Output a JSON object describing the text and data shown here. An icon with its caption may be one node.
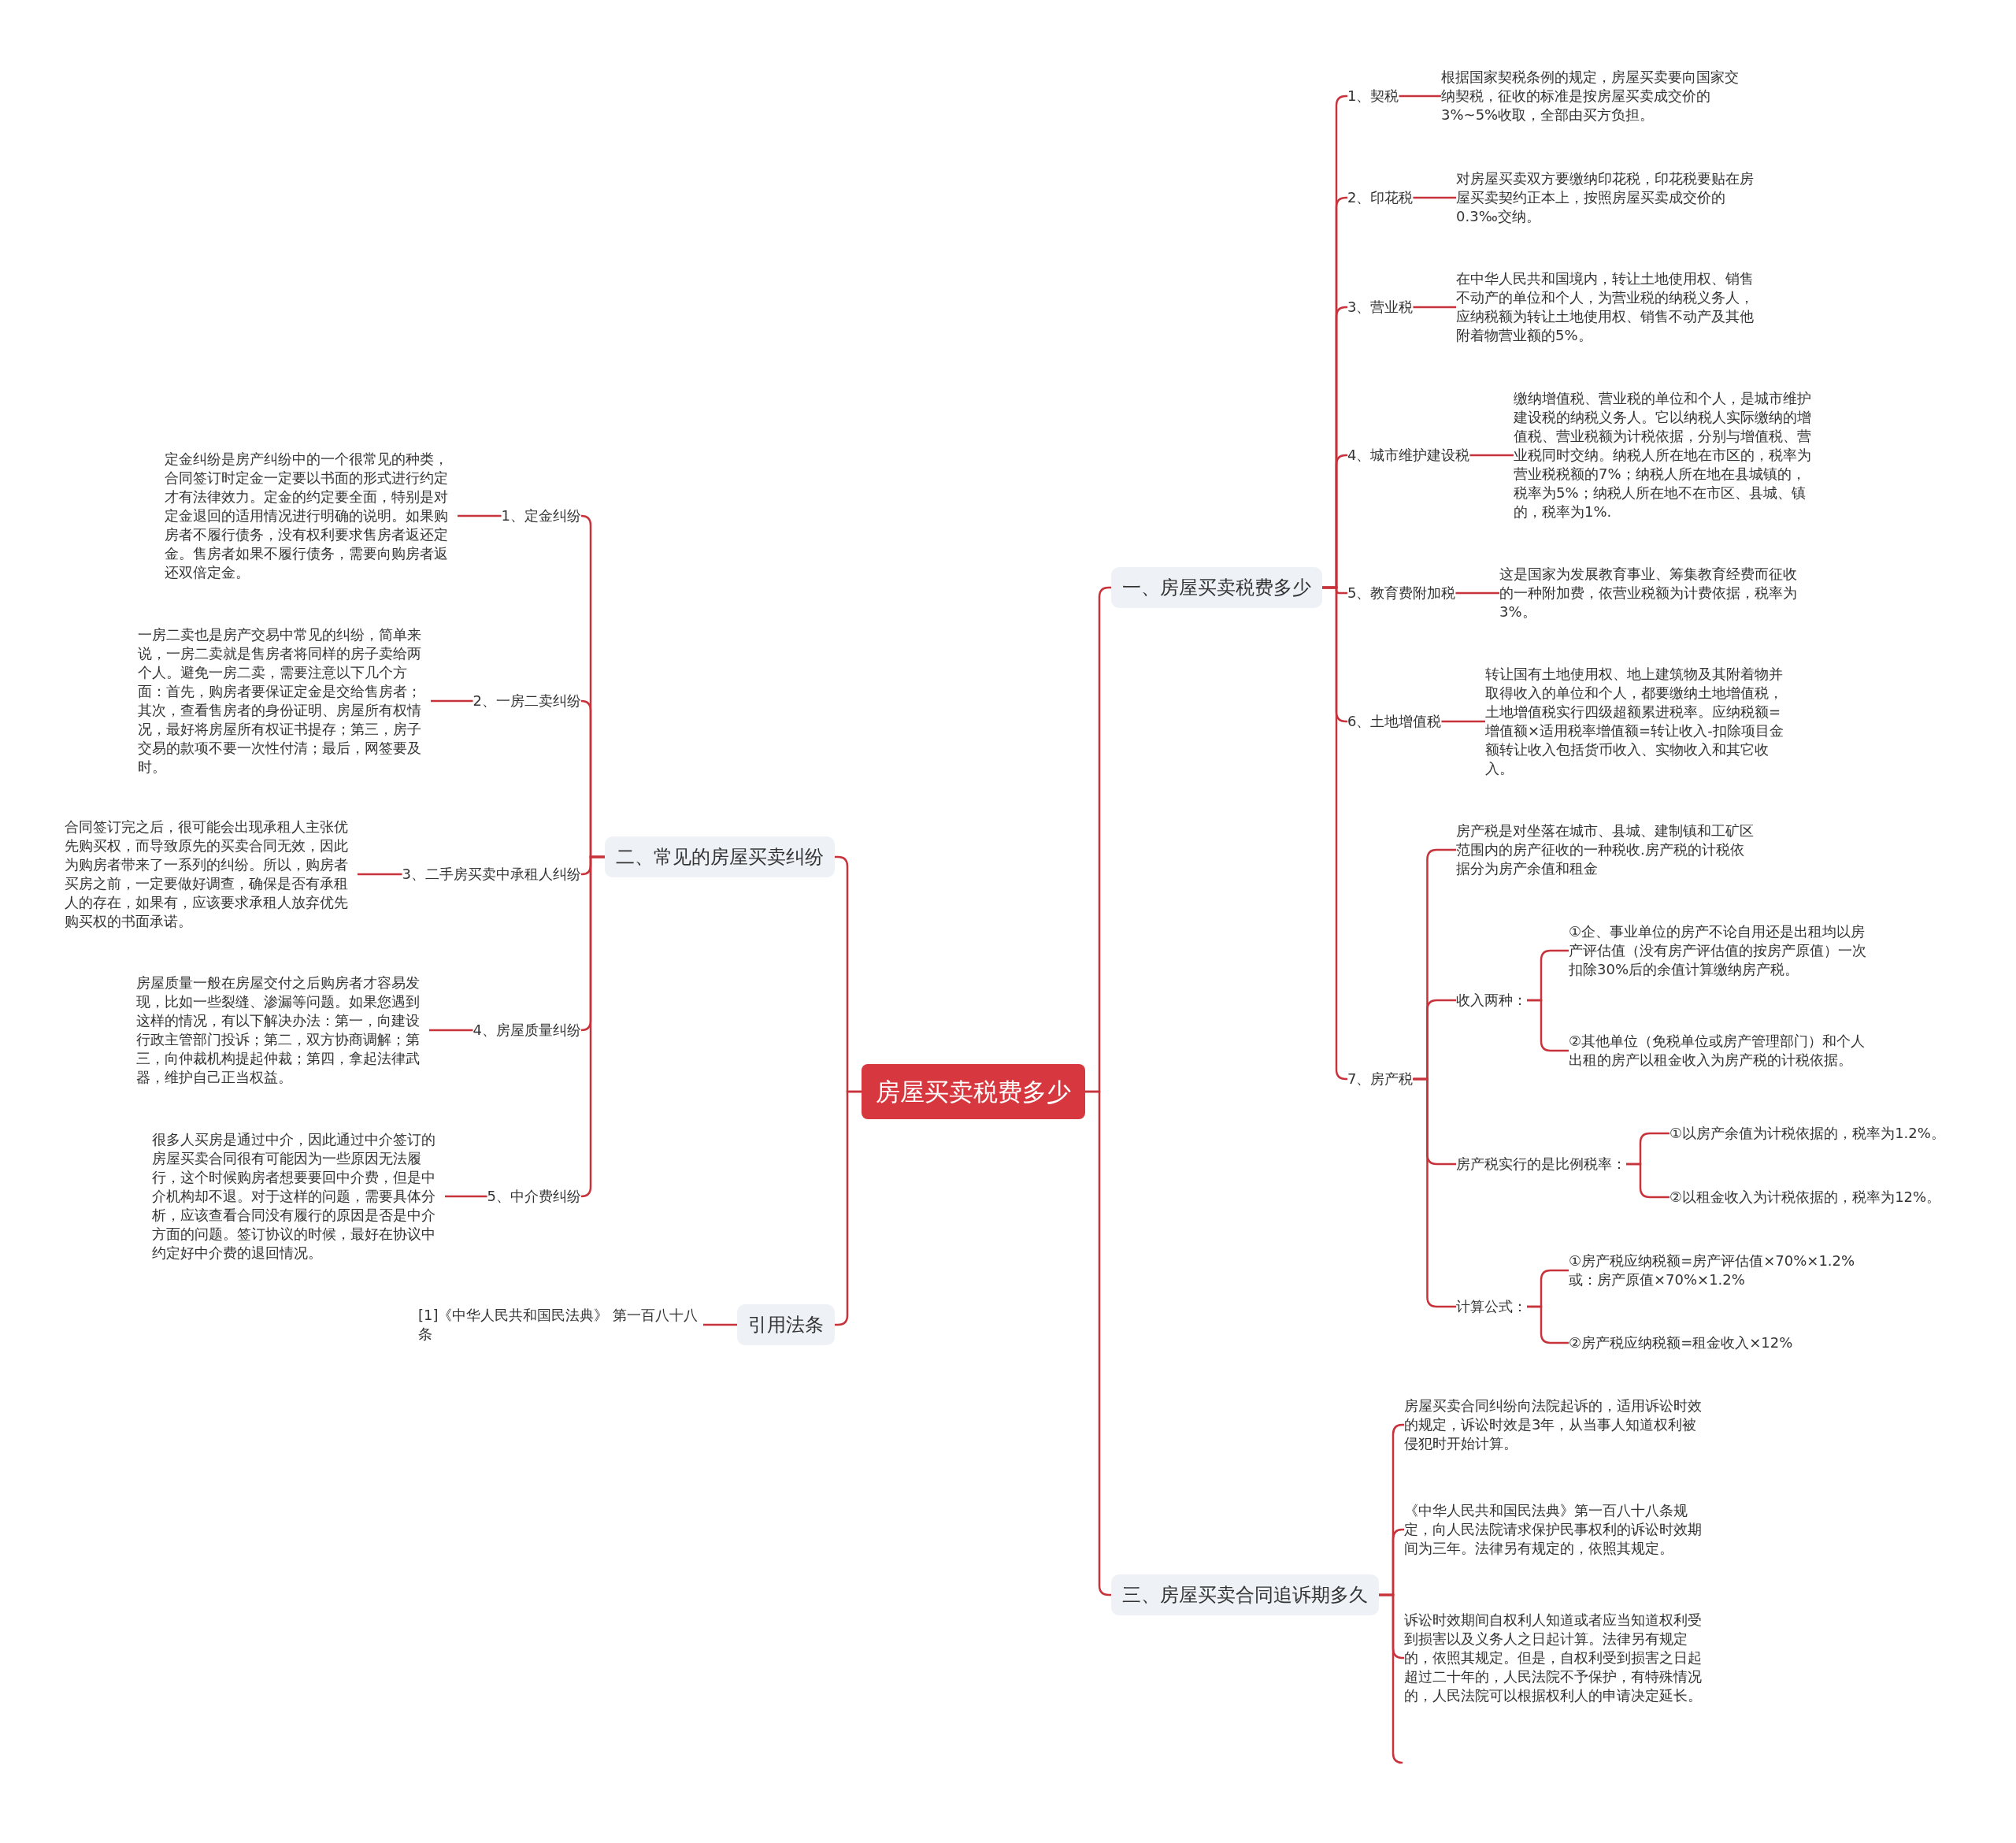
{
  "diagram": {
    "nodes": [
      {
        "text": [
          "房屋买卖税费多少"
        ]
      },
      {
        "text": [
          "一、房屋买卖税费多少"
        ]
      },
      {
        "text": [
          "1、契税"
        ]
      },
      {
        "text": [
          "根据国家契税条例的规定，房屋买卖要向国家交纳契税，征收的标准是按房屋买卖成交价的3%~5%收取，全部由买方负担。"
        ]
      },
      {
        "text": [
          "2、印花税"
        ]
      },
      {
        "text": [
          "对房屋买卖双方要缴纳印花税，印花税要贴在房屋买卖契约正本上，按照房屋买卖成交价的0.3‰交纳。"
        ]
      },
      {
        "text": [
          "3、营业税"
        ]
      },
      {
        "text": [
          "在中华人民共和国境内，转让土地使用权、销售不动产的单位和个人，为营业税的纳税义务人，应纳税额为转让土地使用权、销售不动产及其他附着物营业额的5%。"
        ]
      },
      {
        "text": [
          "4、城市维护建设税"
        ]
      },
      {
        "text": [
          "缴纳增值税、营业税的单位和个人，是城市维护建设税的纳税义务人。它以纳税人实际缴纳的增值税、营业税额为计税依据，分别与增值税、营业税同时交纳。纳税人所在地在市区的，税率为营业税税额的7%；纳税人所在地在县城镇的，税率为5%；纳税人所在地不在市区、县城、镇的，税率为1%."
        ]
      },
      {
        "text": [
          "5、教育费附加税"
        ]
      },
      {
        "text": [
          "这是国家为发展教育事业、筹集教育经费而征收的一种附加费，依营业税额为计费依据，税率为3%。"
        ]
      },
      {
        "text": [
          "6、土地增值税"
        ]
      },
      {
        "text": [
          "转让国有土地使用权、地上建筑物及其附着物并取得收入的单位和个人，都要缴纳土地增值税，土地增值税实行四级超额累进税率。应纳税额=增值额×适用税率增值额=转让收入-扣除项目金额转让收入包括货币收入、实物收入和其它收入。"
        ]
      },
      {
        "text": [
          "7、房产税"
        ]
      },
      {
        "text": [
          "房产税是对坐落在城市、县城、建制镇和工矿区范围内的房产征收的一种税收.房产税的计税依据分为房产余值和租金"
        ]
      },
      {
        "text": [
          "收入两种："
        ]
      },
      {
        "text": [
          "①企、事业单位的房产不论自用还是出租均以房产评估值（没有房产评估值的按房产原值）一次扣除30%后的余值计算缴纳房产税。"
        ]
      },
      {
        "text": [
          "②其他单位（免税单位或房产管理部门）和个人出租的房产以租金收入为房产税的计税依据。"
        ]
      },
      {
        "text": [
          "房产税实行的是比例税率："
        ]
      },
      {
        "text": [
          "①以房产余值为计税依据的，税率为1.2%。"
        ]
      },
      {
        "text": [
          "②以租金收入为计税依据的，税率为12%。"
        ]
      },
      {
        "text": [
          "计算公式："
        ]
      },
      {
        "text": [
          "①房产税应纳税额=房产评估值×70%×1.2% 或：房产原值×70%×1.2%"
        ]
      },
      {
        "text": [
          "②房产税应纳税额=租金收入×12%"
        ]
      },
      {
        "text": [
          "二、常见的房屋买卖纠纷"
        ]
      },
      {
        "text": [
          "1、定金纠纷"
        ]
      },
      {
        "text": [
          "定金纠纷是房产纠纷中的一个很常见的种类，合同签订时定金一定要以书面的形式进行约定才有法律效力。定金的约定要全面，特别是对定金退回的适用情况进行明确的说明。如果购房者不履行债务，没有权利要求售房者返还定金。售房者如果不履行债务，需要向购房者返还双倍定金。"
        ]
      },
      {
        "text": [
          "2、一房二卖纠纷"
        ]
      },
      {
        "text": [
          "一房二卖也是房产交易中常见的纠纷，简单来说，一房二卖就是售房者将同样的房子卖给两个人。避免一房二卖，需要注意以下几个方面：首先，购房者要保证定金是交给售房者；其次，查看售房者的身份证明、房屋所有权情况，最好将房屋所有权证书提存；第三，房子交易的款项不要一次性付清；最后，网签要及时。"
        ]
      },
      {
        "text": [
          "3、二手房买卖中承租人纠纷"
        ]
      },
      {
        "text": [
          "合同签订完之后，很可能会出现承租人主张优先购买权，而导致原先的买卖合同无效，因此为购房者带来了一系列的纠纷。所以，购房者买房之前，一定要做好调查，确保是否有承租人的存在，如果有，应该要求承租人放弃优先购买权的书面承诺。"
        ]
      },
      {
        "text": [
          "4、房屋质量纠纷"
        ]
      },
      {
        "text": [
          "房屋质量一般在房屋交付之后购房者才容易发现，比如一些裂缝、渗漏等问题。如果您遇到这样的情况，有以下解决办法：第一，向建设行政主管部门投诉；第二，双方协商调解；第三，向仲裁机构提起仲裁；第四，拿起法律武器，维护自己正当权益。"
        ]
      },
      {
        "text": [
          "5、中介费纠纷"
        ]
      },
      {
        "text": [
          "很多人买房是通过中介，因此通过中介签订的房屋买卖合同很有可能因为一些原因无法履行，这个时候购房者想要要回中介费，但是中介机构却不退。对于这样的问题，需要具体分析，应该查看合同没有履行的原因是否是中介方面的问题。签订协议的时候，最好在协议中约定好中介费的退回情况。"
        ]
      },
      {
        "text": [
          "引用法条"
        ]
      },
      {
        "text": [
          "[1]《中华人民共和国民法典》 第一百八十八条"
        ]
      },
      {
        "text": [
          "三、房屋买卖合同追诉期多久"
        ]
      },
      {
        "text": [
          "房屋买卖合同纠纷向法院起诉的，适用诉讼时效的规定，诉讼时效是3年，从当事人知道权利被侵犯时开始计算。"
        ]
      },
      {
        "text": [
          "《中华人民共和国民法典》第一百八十八条规定，向人民法院请求保护民事权利的诉讼时效期间为三年。法律另有规定的，依照其规定。"
        ]
      },
      {
        "text": [
          "诉讼时效期间自权利人知道或者应当知道权利受到损害以及义务人之日起计算。法律另有规定的，依照其规定。但是，自权利受到损害之日起超过二十年的，人民法院不予保护，有特殊情况的，人民法院可以根据权利人的申请决定延长。"
        ]
      }
    ],
    "edges": [
      {
        "from": 0,
        "to": 1,
        "arrow": "none"
      },
      {
        "from": 0,
        "to": 25,
        "arrow": "none"
      },
      {
        "from": 0,
        "to": 36,
        "arrow": "none"
      },
      {
        "from": 0,
        "to": 38,
        "arrow": "none"
      },
      {
        "from": 1,
        "to": 2,
        "arrow": "none"
      },
      {
        "from": 1,
        "to": 4,
        "arrow": "none"
      },
      {
        "from": 1,
        "to": 6,
        "arrow": "none"
      },
      {
        "from": 1,
        "to": 8,
        "arrow": "none"
      },
      {
        "from": 1,
        "to": 10,
        "arrow": "none"
      },
      {
        "from": 1,
        "to": 12,
        "arrow": "none"
      },
      {
        "from": 1,
        "to": 14,
        "arrow": "none"
      },
      {
        "from": 2,
        "to": 3,
        "arrow": "none"
      },
      {
        "from": 4,
        "to": 5,
        "arrow": "none"
      },
      {
        "from": 6,
        "to": 7,
        "arrow": "none"
      },
      {
        "from": 8,
        "to": 9,
        "arrow": "none"
      },
      {
        "from": 10,
        "to": 11,
        "arrow": "none"
      },
      {
        "from": 12,
        "to": 13,
        "arrow": "none"
      },
      {
        "from": 14,
        "to": 15,
        "arrow": "none"
      },
      {
        "from": 14,
        "to": 16,
        "arrow": "none"
      },
      {
        "from": 14,
        "to": 19,
        "arrow": "none"
      },
      {
        "from": 14,
        "to": 22,
        "arrow": "none"
      },
      {
        "from": 16,
        "to": 17,
        "arrow": "none"
      },
      {
        "from": 16,
        "to": 18,
        "arrow": "none"
      },
      {
        "from": 19,
        "to": 20,
        "arrow": "none"
      },
      {
        "from": 19,
        "to": 21,
        "arrow": "none"
      },
      {
        "from": 22,
        "to": 23,
        "arrow": "none"
      },
      {
        "from": 22,
        "to": 24,
        "arrow": "none"
      },
      {
        "from": 25,
        "to": 26,
        "arrow": "none"
      },
      {
        "from": 25,
        "to": 28,
        "arrow": "none"
      },
      {
        "from": 25,
        "to": 30,
        "arrow": "none"
      },
      {
        "from": 25,
        "to": 32,
        "arrow": "none"
      },
      {
        "from": 25,
        "to": 34,
        "arrow": "none"
      },
      {
        "from": 26,
        "to": 27,
        "arrow": "none"
      },
      {
        "from": 28,
        "to": 29,
        "arrow": "none"
      },
      {
        "from": 30,
        "to": 31,
        "arrow": "none"
      },
      {
        "from": 32,
        "to": 33,
        "arrow": "none"
      },
      {
        "from": 34,
        "to": 35,
        "arrow": "none"
      },
      {
        "from": 36,
        "to": 37,
        "arrow": "none"
      },
      {
        "from": 38,
        "to": 39,
        "arrow": "none"
      },
      {
        "from": 38,
        "to": 40,
        "arrow": "none"
      },
      {
        "from": 38,
        "to": 41,
        "arrow": "none"
      },
      {
        "from": 38,
        "to": null,
        "arrow": "none"
      }
    ]
  }
}
